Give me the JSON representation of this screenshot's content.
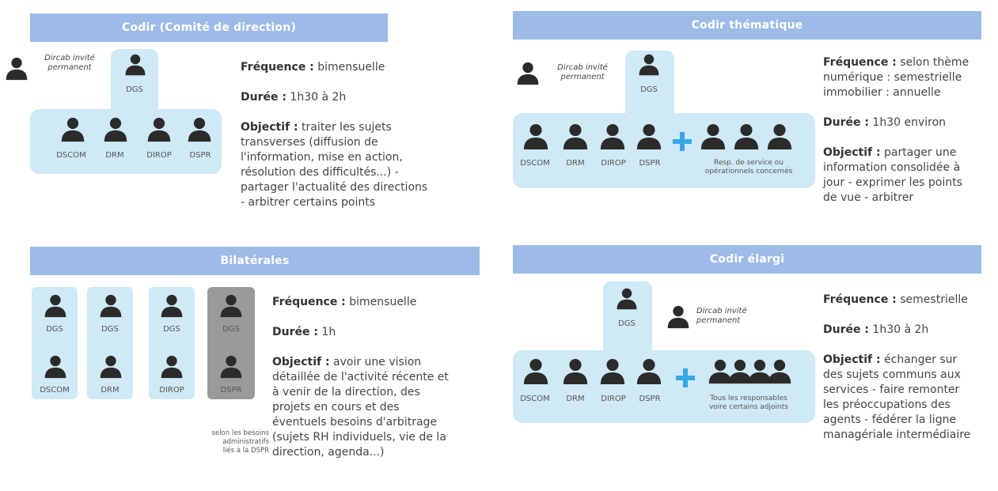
{
  "codir": {
    "title": "Codir (Comité de direction)",
    "invite": [
      "Dircab invité",
      "permanent"
    ],
    "top": "DGS",
    "members": [
      "DSCOM",
      "DRM",
      "DIROP",
      "DSPR"
    ],
    "freq_label": "Fréquence :",
    "freq_value": " bimensuelle",
    "duree_label": "Durée :",
    "duree_value": " 1h30 à 2h",
    "obj_label": "Objectif :",
    "obj_lines": [
      " traiter les sujets",
      "transverses (diffusion de",
      "l'information, mise en action,",
      "résolution des difficultés...) -",
      "partager l'actualité des directions",
      "- arbitrer certains points"
    ]
  },
  "bilat": {
    "title": "Bilatérales",
    "columns": [
      {
        "top": "DGS",
        "bottom": "DSCOM"
      },
      {
        "top": "DGS",
        "bottom": "DRM"
      },
      {
        "top": "DGS",
        "bottom": "DIROP"
      },
      {
        "top": "DGS",
        "bottom": "DSPR"
      }
    ],
    "note": [
      "selon les besoins",
      "administratifs",
      "liés à la DSPR"
    ],
    "freq_label": "Fréquence :",
    "freq_value": " bimensuelle",
    "duree_label": "Durée :",
    "duree_value": " 1h",
    "obj_label": "Objectif :",
    "obj_lines": [
      " avoir une vision",
      "détaillée de l'activité récente et",
      "à venir de la direction, des",
      "projets en cours et des",
      "éventuels besoins d'arbitrage",
      "(sujets RH individuels, vie de la",
      "direction, agenda...)"
    ]
  },
  "theme": {
    "title": "Codir thématique",
    "invite": [
      "Dircab invité",
      "permanent"
    ],
    "top": "DGS",
    "members": [
      "DSCOM",
      "DRM",
      "DIROP",
      "DSPR"
    ],
    "extra": [
      "Resp. de service ou",
      "opérationnels concernés"
    ],
    "freq_label": "Fréquence :",
    "freq_lines": [
      " selon thème",
      "numérique : semestrielle",
      "immobilier : annuelle"
    ],
    "duree_label": "Durée :",
    "duree_value": " 1h30 environ",
    "obj_label": "Objectif :",
    "obj_lines": [
      " partager une",
      "information consolidée à",
      "jour - exprimer les points",
      "de vue - arbitrer"
    ]
  },
  "elargi": {
    "title": "Codir élargi",
    "invite": [
      "Dircab invité",
      "permanent"
    ],
    "top": "DGS",
    "members": [
      "DSCOM",
      "DRM",
      "DIROP",
      "DSPR"
    ],
    "extra": [
      "Tous les responsables",
      "voire certains adjoints"
    ],
    "freq_label": "Fréquence :",
    "freq_value": " semestrielle",
    "duree_label": "Durée :",
    "duree_value": " 1h30 à 2h",
    "obj_label": "Objectif :",
    "obj_lines": [
      " échanger sur",
      "des sujets communs aux",
      "services - faire remonter",
      "les préoccupations des",
      "agents - fédérer la ligne",
      "managériale intermédiaire"
    ]
  },
  "colors": {
    "header": "#9dbbe6",
    "box": "#cfe9f6",
    "gray_box": "#9a9a9a",
    "person": "#2b2b2b",
    "plus": "#39a6e6"
  }
}
